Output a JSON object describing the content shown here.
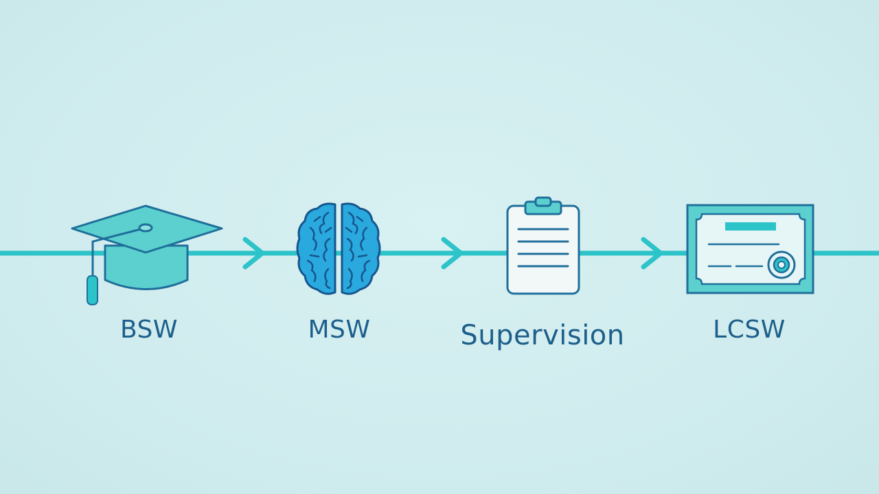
{
  "diagram": {
    "stages": [
      {
        "id": "bsw",
        "label": "BSW",
        "icon": "graduation-cap-icon"
      },
      {
        "id": "msw",
        "label": "MSW",
        "icon": "brain-icon"
      },
      {
        "id": "supervision",
        "label": "Supervision",
        "icon": "clipboard-icon"
      },
      {
        "id": "lcsw",
        "label": "LCSW",
        "icon": "certificate-icon"
      }
    ],
    "connector_icon": "chevron-right-icon",
    "colors": {
      "background": "#d3eef0",
      "line": "#2cc3c9",
      "icon_fill": "#5cd0cf",
      "icon_stroke": "#1f6f9a",
      "brain_fill": "#29a9de",
      "brain_stroke": "#17558d",
      "paper": "#f2f7f8",
      "label": "#1d5f8a"
    }
  }
}
